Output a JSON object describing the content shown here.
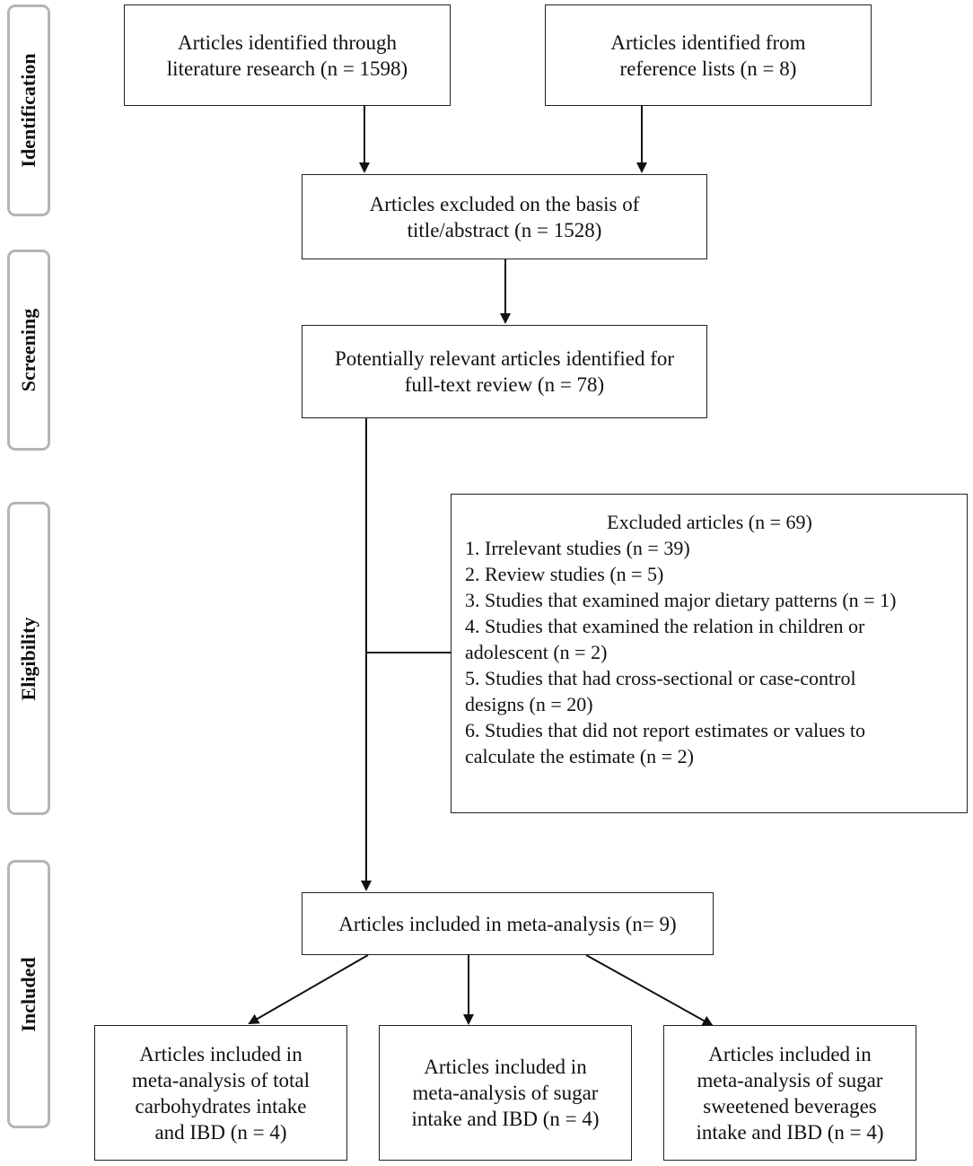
{
  "stages": {
    "identification": "Identification",
    "screening": "Screening",
    "eligibility": "Eligibility",
    "included": "Included"
  },
  "boxes": {
    "identified_research": [
      "Articles identified through",
      "literature research (n = 1598)"
    ],
    "identified_reference": [
      "Articles identified from",
      "reference lists (n = 8)"
    ],
    "excluded_title": [
      "Articles excluded on the basis of",
      "title/abstract (n = 1528)"
    ],
    "potentially_relevant": [
      "Potentially relevant articles identified for",
      "full-text review (n = 78)"
    ],
    "included_meta": [
      "Articles included in meta-analysis (n= 9)"
    ],
    "included_carbs": [
      "Articles included in",
      "meta-analysis of total",
      "carbohydrates intake",
      "and IBD (n = 4)"
    ],
    "included_sugar": [
      "Articles included in",
      "meta-analysis of sugar",
      "intake and IBD (n = 4)"
    ],
    "included_ssb": [
      "Articles included in",
      "meta-analysis of sugar",
      "sweetened beverages",
      "intake and IBD (n = 4)"
    ]
  },
  "excluded_articles": {
    "title": "Excluded articles (n = 69)",
    "lines": [
      "1. Irrelevant studies (n = 39)",
      "2. Review studies (n = 5)",
      "3. Studies that examined major dietary patterns (n = 1)",
      "4. Studies that examined the relation in children or",
      "adolescent (n = 2)",
      "5. Studies that had cross-sectional or case-control",
      "designs (n = 20)",
      "6. Studies that did not report estimates or values to",
      "calculate the estimate (n = 2)"
    ]
  }
}
